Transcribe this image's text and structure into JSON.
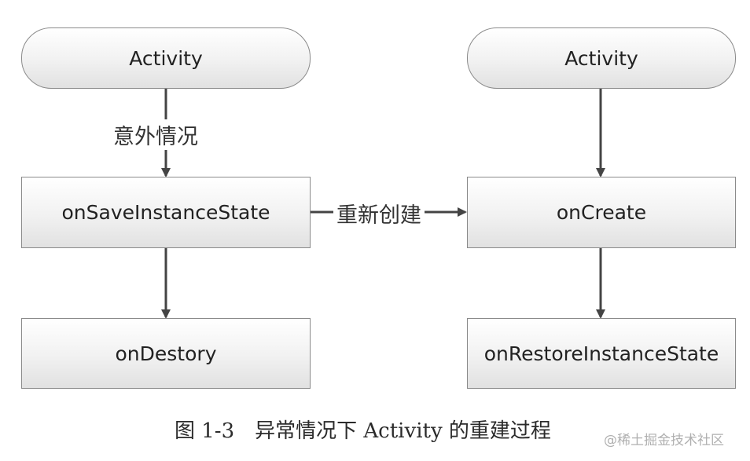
{
  "left_column": {
    "start": "Activity",
    "edge_label": "意外情况",
    "save_state": "onSaveInstanceState",
    "destroy": "onDestory"
  },
  "cross_edge_label": "重新创建",
  "right_column": {
    "start": "Activity",
    "create": "onCreate",
    "restore_state": "onRestoreInstanceState"
  },
  "caption": "图 1-3　异常情况下 Activity 的重建过程",
  "watermark": "@稀土掘金技术社区"
}
